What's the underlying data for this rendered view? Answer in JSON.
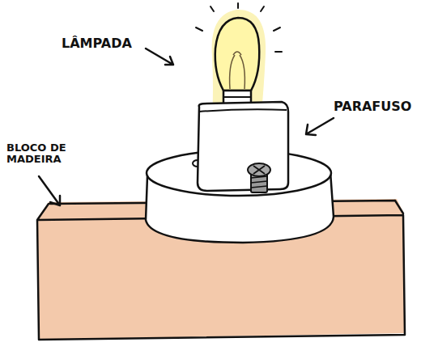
{
  "diagram": {
    "labels": [
      "LÂMPADA",
      "PARAFUSO",
      "BLOCO DE MADEIRA"
    ]
  }
}
